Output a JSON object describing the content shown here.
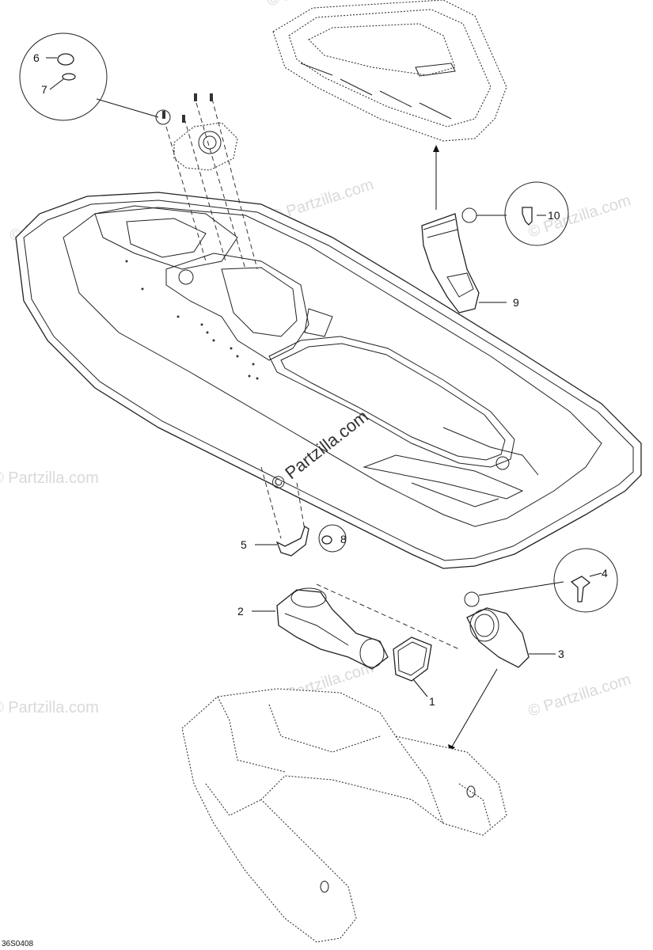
{
  "diagram": {
    "callouts": [
      {
        "id": "c1",
        "label": "1"
      },
      {
        "id": "c2",
        "label": "2"
      },
      {
        "id": "c3",
        "label": "3"
      },
      {
        "id": "c4",
        "label": "4"
      },
      {
        "id": "c5",
        "label": "5"
      },
      {
        "id": "c6",
        "label": "6"
      },
      {
        "id": "c7",
        "label": "7"
      },
      {
        "id": "c8",
        "label": "8"
      },
      {
        "id": "c9",
        "label": "9"
      },
      {
        "id": "c10",
        "label": "10"
      }
    ],
    "watermark_main": "© Partzilla.com",
    "watermark_repeat": "© Partzilla.com",
    "drawing_code": "36S0408"
  },
  "colors": {
    "line": "#222222",
    "watermark": "#d9d9d9"
  }
}
